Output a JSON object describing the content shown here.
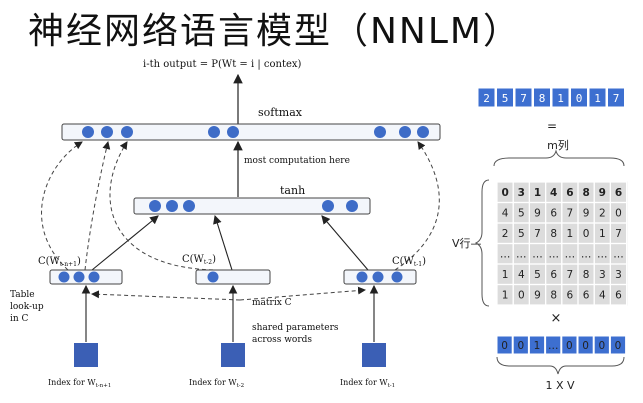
{
  "title": "神经网络语言模型（NNLM）",
  "diagram": {
    "output_formula": "i-th output = P(Wt = i | contex)",
    "softmax_label": "softmax",
    "computation_note": "most computation here",
    "tanh_label": "tanh",
    "context_labels": [
      "C(W",
      "C(W",
      "C(W"
    ],
    "context_subscripts": [
      "t-n+1",
      "t-2",
      "t-1"
    ],
    "lookup_label": [
      "Table",
      "look-up",
      "in C"
    ],
    "matrix_label": "matrix C",
    "shared_label": [
      "shared parameters",
      "across words"
    ],
    "index_label": "Index for W",
    "index_subscripts": [
      "t-n+1",
      "t-2",
      "t-1"
    ]
  },
  "matrix_panel": {
    "top_vector": [
      "2",
      "5",
      "7",
      "8",
      "1",
      "0",
      "1",
      "7"
    ],
    "equals": "=",
    "m_label": "m列",
    "v_label": "V行",
    "grid": [
      [
        "0",
        "3",
        "1",
        "4",
        "6",
        "8",
        "9",
        "6"
      ],
      [
        "4",
        "5",
        "9",
        "6",
        "7",
        "9",
        "2",
        "0"
      ],
      [
        "2",
        "5",
        "7",
        "8",
        "1",
        "0",
        "1",
        "7"
      ],
      [
        "…",
        "…",
        "…",
        "…",
        "…",
        "…",
        "…",
        "…"
      ],
      [
        "1",
        "4",
        "5",
        "6",
        "7",
        "8",
        "3",
        "3"
      ],
      [
        "1",
        "0",
        "9",
        "8",
        "6",
        "6",
        "4",
        "6"
      ]
    ],
    "times": "×",
    "onehot": [
      "0",
      "0",
      "1",
      "…",
      "0",
      "0",
      "0",
      "0"
    ],
    "shape_label": "1 X V"
  },
  "colors": {
    "node": "#3e6cc7",
    "onehot_fill": "#3d6fd0",
    "grid_bg": "#dcdcdc",
    "layer_fill": "#f3f6fb"
  }
}
